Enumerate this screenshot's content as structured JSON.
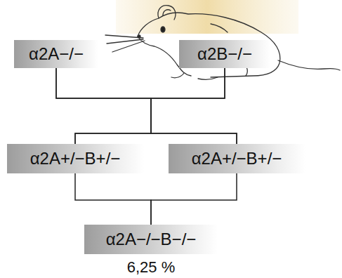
{
  "diagram": {
    "nodes": [
      {
        "text": [
          "α2A−/−"
        ]
      },
      {
        "text": [
          "α2B−/−"
        ]
      },
      {
        "text": [
          "α2A+/−B+/−"
        ]
      },
      {
        "text": [
          "α2A+/−B+/−"
        ]
      },
      {
        "text": [
          "α2A−/−B−/−"
        ]
      }
    ],
    "edges": [
      {
        "from": 0,
        "to": 2,
        "arrow": "none"
      },
      {
        "from": 0,
        "to": 3,
        "arrow": "none"
      },
      {
        "from": 1,
        "to": 2,
        "arrow": "none"
      },
      {
        "from": 1,
        "to": 3,
        "arrow": "none"
      },
      {
        "from": 2,
        "to": 4,
        "arrow": "none"
      },
      {
        "from": 3,
        "to": 4,
        "arrow": "none"
      }
    ],
    "labels": [
      "6,25 %"
    ]
  }
}
